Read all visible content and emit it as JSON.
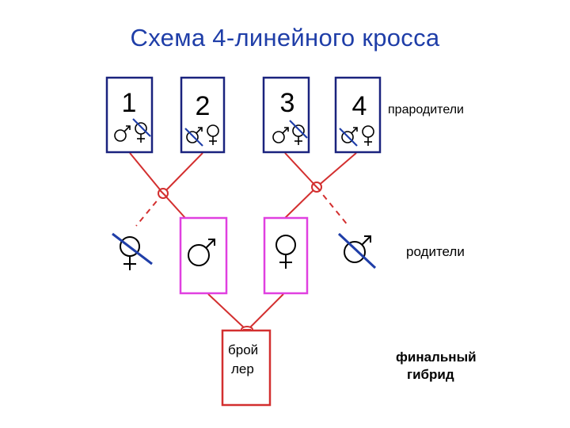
{
  "title": "Схема 4-линейного кросса",
  "colors": {
    "title": "#1f3ea8",
    "grandparent_box": "#1a237e",
    "parent_box": "#e040e0",
    "hybrid_box": "#d32f2f",
    "line": "#d32f2f",
    "strike": "#1f3ea8",
    "symbol": "#000000"
  },
  "grandparents": {
    "label": "прародители",
    "lines": [
      {
        "number": "1",
        "excluded_sex": "female"
      },
      {
        "number": "2",
        "excluded_sex": "male"
      },
      {
        "number": "3",
        "excluded_sex": "female"
      },
      {
        "number": "4",
        "excluded_sex": "male"
      }
    ]
  },
  "parents": {
    "label": "родители",
    "selected_left": "male",
    "selected_right": "female"
  },
  "hybrid": {
    "label": "финальный гибрид",
    "label_line1": "финальный",
    "label_line2": "гибрид",
    "box_line1": "брой",
    "box_line2": "лер"
  }
}
